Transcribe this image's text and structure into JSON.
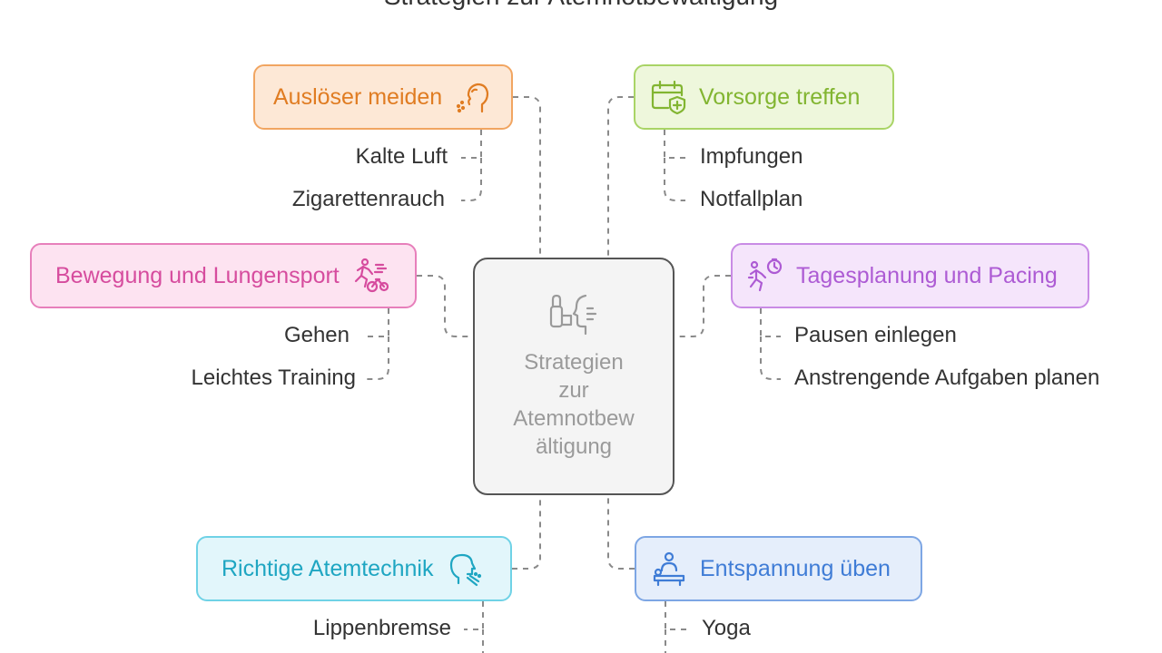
{
  "title": "Strategien zur Atemnotbewältigung",
  "center": {
    "label": "Strategien zur Atemnotbewältigung",
    "lines": [
      "Strategien",
      "zur",
      "Atemnotbew",
      "ältigung"
    ],
    "icon": "inhaler-breathing-icon"
  },
  "branches": [
    {
      "id": "ausloeser",
      "label": "Auslöser meiden",
      "icon": "face-breath-icon",
      "color": "#e07c22",
      "items": [
        "Kalte Luft",
        "Zigarettenrauch"
      ]
    },
    {
      "id": "vorsorge",
      "label": "Vorsorge treffen",
      "icon": "calendar-shield-icon",
      "color": "#82b531",
      "items": [
        "Impfungen",
        "Notfallplan"
      ]
    },
    {
      "id": "bewegung",
      "label": "Bewegung und Lungensport",
      "icon": "runner-bike-icon",
      "color": "#d64c9e",
      "items": [
        "Gehen",
        "Leichtes Training"
      ]
    },
    {
      "id": "tagesplanung",
      "label": "Tagesplanung und Pacing",
      "icon": "running-timer-icon",
      "color": "#ad5bd4",
      "items": [
        "Pausen einlegen",
        "Anstrengende Aufgaben planen"
      ]
    },
    {
      "id": "atemtechnik",
      "label": "Richtige Atemtechnik",
      "icon": "head-breath-icon",
      "color": "#1fa6c2",
      "items": [
        "Lippenbremse"
      ]
    },
    {
      "id": "entspannung",
      "label": "Entspannung üben",
      "icon": "massage-icon",
      "color": "#3f7cd6",
      "items": [
        "Yoga"
      ]
    }
  ]
}
